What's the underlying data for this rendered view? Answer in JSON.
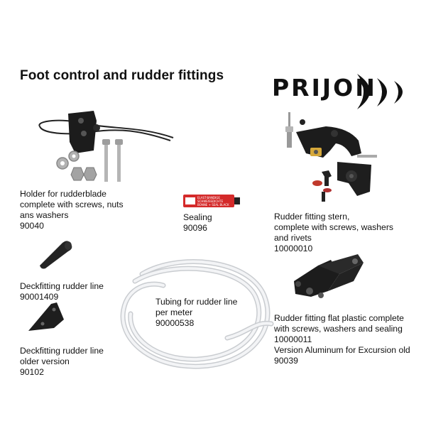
{
  "page": {
    "title": "Foot control and rudder fittings",
    "logo_text": "PRIJON"
  },
  "items": {
    "holder": {
      "lines": [
        "Holder for rudderblade",
        "complete with screws, nuts",
        "ans washers",
        "90040"
      ]
    },
    "sealing": {
      "lines": [
        "Sealing",
        "90096"
      ],
      "tube_label": [
        "ELAST-BANDIGE",
        "SCHWEISSDICHTE",
        "BONNE + SEAL BLACK"
      ]
    },
    "stern": {
      "lines": [
        "Rudder fitting stern,",
        "complete with screws, washers",
        "and rivets",
        "10000010"
      ]
    },
    "deckfitting": {
      "lines": [
        "Deckfitting rudder line",
        "90001409"
      ]
    },
    "tubing": {
      "lines": [
        "Tubing for rudder line",
        "per meter",
        "90000538"
      ]
    },
    "flat_plastic": {
      "lines": [
        "Rudder fitting flat plastic complete",
        "with screws, washers and sealing",
        "10000011",
        "Version Aluminum for Excursion old",
        "90039"
      ]
    },
    "deckfitting_old": {
      "lines": [
        "Deckfitting rudder line",
        "older version",
        "90102"
      ]
    }
  },
  "colors": {
    "background": "#ffffff",
    "text": "#111111",
    "part_black": "#1c1c1c",
    "steel": "#a9a9a9",
    "tube_red": "#d42a2a",
    "tubing_white": "#eef0f2"
  }
}
